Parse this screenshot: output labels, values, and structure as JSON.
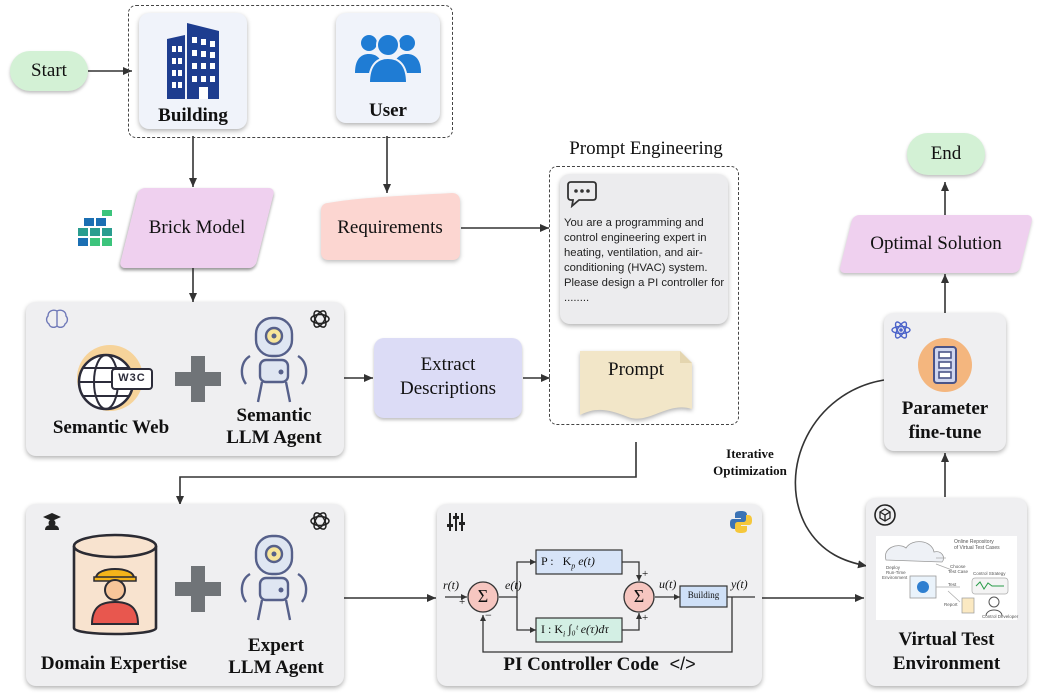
{
  "nodes": {
    "start": "Start",
    "end": "End",
    "building": "Building",
    "user": "User",
    "brick_model": "Brick Model",
    "requirements": "Requirements",
    "prompt_engineering_title": "Prompt Engineering",
    "prompt_text": "You are a programming and control engineering expert in heating, ventilation, and air-conditioning (HVAC) system. Please design a PI controller for ........",
    "semantic_web": "Semantic Web",
    "semantic_agent_line1": "Semantic",
    "semantic_agent_line2": "LLM Agent",
    "w3c": "W3C",
    "extract_line1": "Extract",
    "extract_line2": "Descriptions",
    "prompt": "Prompt",
    "domain_expertise": "Domain Expertise",
    "expert_agent_line1": "Expert",
    "expert_agent_line2": "LLM Agent",
    "pi_controller_code": "PI Controller Code",
    "code_glyph": "</>",
    "vte_line1": "Virtual Test",
    "vte_line2": "Environment",
    "param_line1": "Parameter",
    "param_line2": "fine-tune",
    "optimal_solution": "Optimal Solution",
    "iterative_line1": "Iterative",
    "iterative_line2": "Optimization"
  },
  "pi_diagram": {
    "r": "r(t)",
    "e": "e(t)",
    "u": "u(t)",
    "y": "y(t)",
    "sum": "Σ",
    "p_term": "P :   K",
    "p_sub": "p",
    "p_tail": " e(t)",
    "i_term": "I : K",
    "i_sub": "i",
    "i_tail": " ∫₀ᵗ e(τ)dτ",
    "building": "Building",
    "plus": "+",
    "minus": "−"
  },
  "vte_thumb": {
    "title_line1": "Online Repository",
    "title_line2": "of Virtual Test Cases",
    "deploy_line1": "Deploy",
    "deploy_line2": "Run-Time",
    "deploy_line3": "Environment",
    "choose_line1": "Choose",
    "choose_line2": "Test Case",
    "control_strategy": "Control Strategy",
    "test": "Test",
    "report": "Report",
    "developer": "Control Developer"
  },
  "colors": {
    "start_end": "#d3f1d5",
    "brick": "#efd0ef",
    "requirements": "#fcd6d1",
    "extract": "#dcdcf6",
    "prompt_card": "#ececee",
    "card": "#efeff1",
    "building_icon": "#1e3d8f",
    "user_icon": "#1f7cd4"
  }
}
